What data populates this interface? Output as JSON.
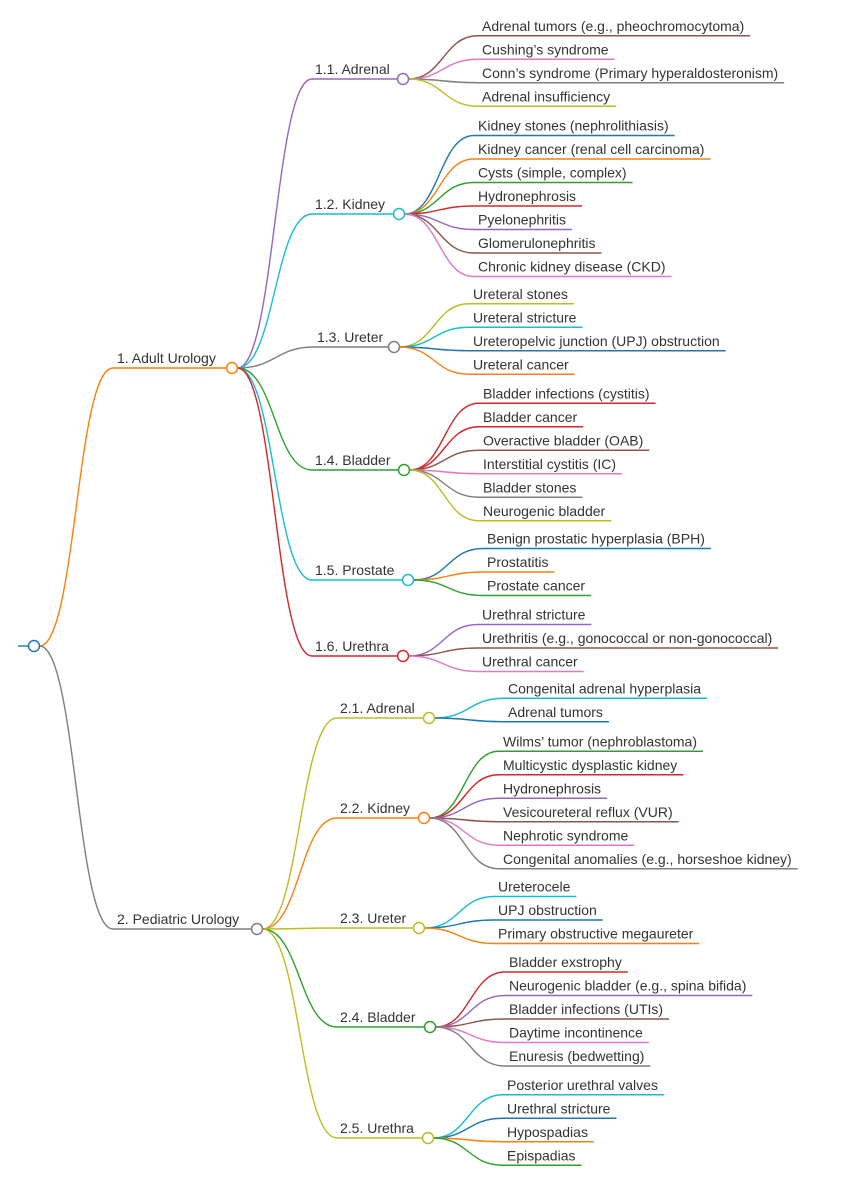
{
  "root": {
    "label": "",
    "color": "#1f77b4"
  },
  "branches": [
    {
      "label": "1. Adult Urology",
      "color": "#ff7f0e",
      "children": [
        {
          "label": "1.1. Adrenal",
          "color": "#9467bd",
          "leaves": [
            {
              "label": "Adrenal tumors (e.g., pheochromocytoma)",
              "color": "#8c564b"
            },
            {
              "label": "Cushing’s syndrome",
              "color": "#e377c2"
            },
            {
              "label": "Conn’s syndrome (Primary hyperaldosteronism)",
              "color": "#7f7f7f"
            },
            {
              "label": "Adrenal insufficiency",
              "color": "#bcbd22"
            }
          ]
        },
        {
          "label": "1.2. Kidney",
          "color": "#17becf",
          "leaves": [
            {
              "label": "Kidney stones (nephrolithiasis)",
              "color": "#1f77b4"
            },
            {
              "label": "Kidney cancer (renal cell carcinoma)",
              "color": "#ff7f0e"
            },
            {
              "label": "Cysts (simple, complex)",
              "color": "#2ca02c"
            },
            {
              "label": "Hydronephrosis",
              "color": "#d62728"
            },
            {
              "label": "Pyelonephritis",
              "color": "#9467bd"
            },
            {
              "label": "Glomerulonephritis",
              "color": "#8c564b"
            },
            {
              "label": "Chronic kidney disease (CKD)",
              "color": "#e377c2"
            }
          ]
        },
        {
          "label": "1.3. Ureter",
          "color": "#7f7f7f",
          "leaves": [
            {
              "label": "Ureteral stones",
              "color": "#bcbd22"
            },
            {
              "label": "Ureteral stricture",
              "color": "#17becf"
            },
            {
              "label": "Ureteropelvic junction (UPJ) obstruction",
              "color": "#1f77b4"
            },
            {
              "label": "Ureteral cancer",
              "color": "#ff7f0e"
            }
          ]
        },
        {
          "label": "1.4. Bladder",
          "color": "#2ca02c",
          "leaves": [
            {
              "label": "Bladder infections (cystitis)",
              "color": "#d62728"
            },
            {
              "label": "Bladder cancer",
              "color": "#d62728"
            },
            {
              "label": "Overactive bladder (OAB)",
              "color": "#8c564b"
            },
            {
              "label": "Interstitial cystitis (IC)",
              "color": "#e377c2"
            },
            {
              "label": "Bladder stones",
              "color": "#7f7f7f"
            },
            {
              "label": "Neurogenic bladder",
              "color": "#bcbd22"
            }
          ]
        },
        {
          "label": "1.5. Prostate",
          "color": "#17becf",
          "leaves": [
            {
              "label": "Benign prostatic hyperplasia (BPH)",
              "color": "#1f77b4"
            },
            {
              "label": "Prostatitis",
              "color": "#ff7f0e"
            },
            {
              "label": "Prostate cancer",
              "color": "#2ca02c"
            }
          ]
        },
        {
          "label": "1.6. Urethra",
          "color": "#d62728",
          "leaves": [
            {
              "label": "Urethral stricture",
              "color": "#9467bd"
            },
            {
              "label": "Urethritis (e.g., gonococcal or non-gonococcal)",
              "color": "#8c564b"
            },
            {
              "label": "Urethral cancer",
              "color": "#e377c2"
            }
          ]
        }
      ]
    },
    {
      "label": "2. Pediatric Urology",
      "color": "#7f7f7f",
      "children": [
        {
          "label": "2.1. Adrenal",
          "color": "#bcbd22",
          "leaves": [
            {
              "label": "Congenital adrenal hyperplasia",
              "color": "#17becf"
            },
            {
              "label": "Adrenal tumors",
              "color": "#1f77b4"
            }
          ]
        },
        {
          "label": "2.2. Kidney",
          "color": "#ff7f0e",
          "leaves": [
            {
              "label": "Wilms’ tumor (nephroblastoma)",
              "color": "#2ca02c"
            },
            {
              "label": "Multicystic dysplastic kidney",
              "color": "#d62728"
            },
            {
              "label": "Hydronephrosis",
              "color": "#9467bd"
            },
            {
              "label": "Vesicoureteral reflux (VUR)",
              "color": "#8c564b"
            },
            {
              "label": "Nephrotic syndrome",
              "color": "#e377c2"
            },
            {
              "label": "Congenital anomalies (e.g., horseshoe kidney)",
              "color": "#7f7f7f"
            }
          ]
        },
        {
          "label": "2.3. Ureter",
          "color": "#bcbd22",
          "leaves": [
            {
              "label": "Ureterocele",
              "color": "#17becf"
            },
            {
              "label": "UPJ obstruction",
              "color": "#1f77b4"
            },
            {
              "label": "Primary obstructive megaureter",
              "color": "#ff7f0e"
            }
          ]
        },
        {
          "label": "2.4. Bladder",
          "color": "#2ca02c",
          "leaves": [
            {
              "label": "Bladder exstrophy",
              "color": "#d62728"
            },
            {
              "label": "Neurogenic bladder (e.g., spina bifida)",
              "color": "#9467bd"
            },
            {
              "label": "Bladder infections (UTIs)",
              "color": "#8c564b"
            },
            {
              "label": "Daytime incontinence",
              "color": "#e377c2"
            },
            {
              "label": "Enuresis (bedwetting)",
              "color": "#7f7f7f"
            }
          ]
        },
        {
          "label": "2.5. Urethra",
          "color": "#bcbd22",
          "leaves": [
            {
              "label": "Posterior urethral valves",
              "color": "#17becf"
            },
            {
              "label": "Urethral stricture",
              "color": "#1f77b4"
            },
            {
              "label": "Hypospadias",
              "color": "#ff7f0e"
            },
            {
              "label": "Epispadias",
              "color": "#2ca02c"
            }
          ]
        }
      ]
    }
  ]
}
